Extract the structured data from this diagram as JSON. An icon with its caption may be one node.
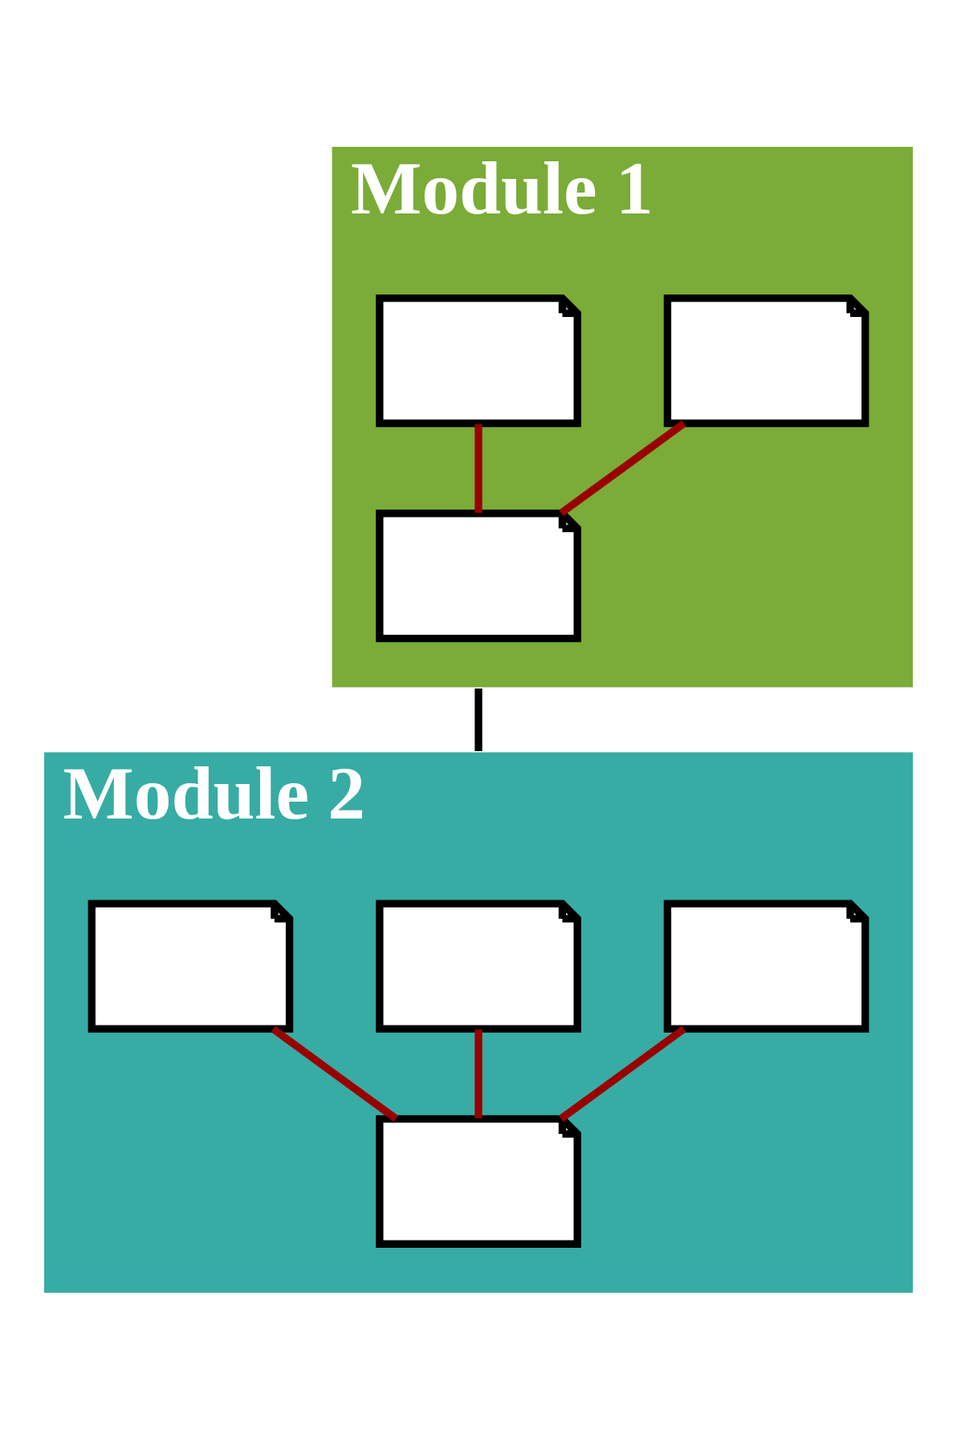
{
  "diagram": {
    "nodes": [
      {
        "text": [
          "Module 1"
        ]
      },
      {
        "text": [],
        "shape": "box",
        "in": 0
      },
      {
        "text": [],
        "shape": "box",
        "in": 0
      },
      {
        "text": [],
        "shape": "box",
        "in": 0
      },
      {
        "text": [
          "Module 2"
        ]
      },
      {
        "text": [],
        "shape": "box",
        "in": 4
      },
      {
        "text": [],
        "shape": "box",
        "in": 4
      },
      {
        "text": [],
        "shape": "box",
        "in": 4
      },
      {
        "text": [],
        "shape": "box",
        "in": 4
      }
    ],
    "edges": [
      {
        "from": 1,
        "to": 3,
        "arrow": "none"
      },
      {
        "from": 2,
        "to": 3,
        "arrow": "none"
      },
      {
        "from": 0,
        "to": 4,
        "arrow": "none",
        "color": "#000000"
      },
      {
        "from": 5,
        "to": 8,
        "arrow": "none"
      },
      {
        "from": 6,
        "to": 8,
        "arrow": "none"
      },
      {
        "from": 7,
        "to": 8,
        "arrow": "none"
      }
    ]
  }
}
